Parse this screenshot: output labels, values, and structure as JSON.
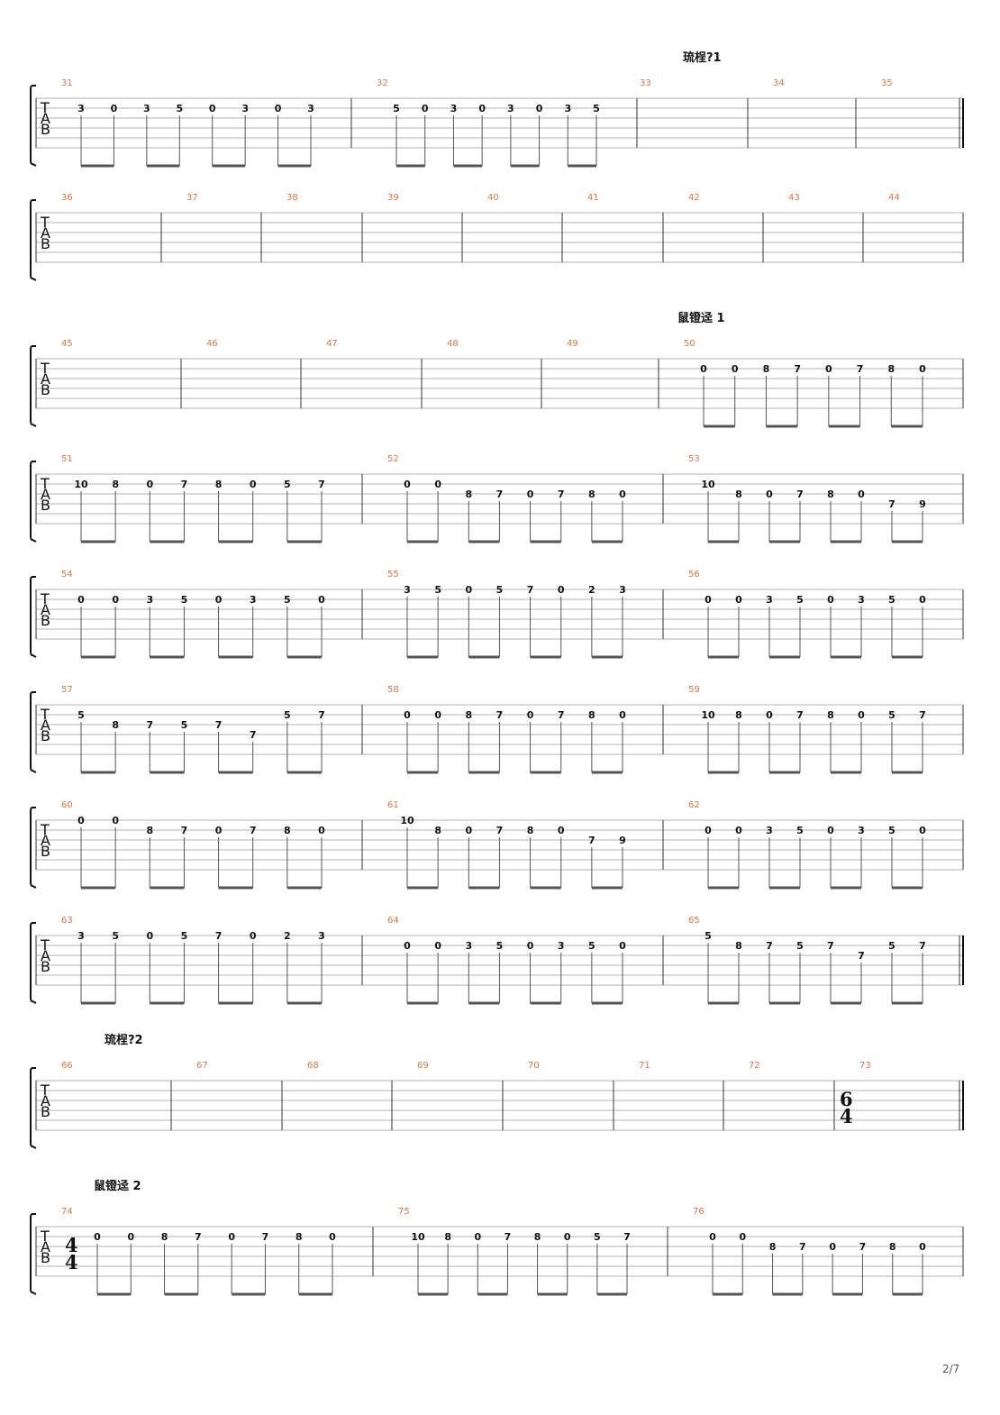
{
  "page_number": "2/7",
  "sections": [
    {
      "label": "琉桯?1"
    },
    {
      "label": "鼠镫迳 1"
    },
    {
      "label": "琉桯?2"
    },
    {
      "label": "鼠镫迳 2"
    }
  ],
  "systems": [
    {
      "section_label": 0,
      "measures": [
        {
          "n": "31",
          "notes": [
            [
              "3",
              1
            ],
            [
              "0",
              1
            ],
            [
              "3",
              1
            ],
            [
              "5",
              1
            ],
            [
              "0",
              1
            ],
            [
              "3",
              1
            ],
            [
              "0",
              1
            ],
            [
              "3",
              1
            ]
          ]
        },
        {
          "n": "32",
          "notes": [
            [
              "5",
              1
            ],
            [
              "0",
              1
            ],
            [
              "3",
              1
            ],
            [
              "0",
              1
            ],
            [
              "3",
              1
            ],
            [
              "0",
              1
            ],
            [
              "3",
              1
            ],
            [
              "5",
              1
            ]
          ]
        },
        {
          "n": "33",
          "notes": []
        },
        {
          "n": "34",
          "notes": []
        },
        {
          "n": "35",
          "notes": []
        }
      ],
      "end": "final"
    },
    {
      "measures": [
        {
          "n": "36",
          "notes": []
        },
        {
          "n": "37",
          "notes": []
        },
        {
          "n": "38",
          "notes": []
        },
        {
          "n": "39",
          "notes": []
        },
        {
          "n": "40",
          "notes": []
        },
        {
          "n": "41",
          "notes": []
        },
        {
          "n": "42",
          "notes": []
        },
        {
          "n": "43",
          "notes": []
        },
        {
          "n": "44",
          "notes": []
        }
      ]
    },
    {
      "section_label": 1,
      "measures": [
        {
          "n": "45",
          "notes": []
        },
        {
          "n": "46",
          "notes": []
        },
        {
          "n": "47",
          "notes": []
        },
        {
          "n": "48",
          "notes": []
        },
        {
          "n": "49",
          "notes": []
        },
        {
          "n": "50",
          "notes": [
            [
              "0",
              1
            ],
            [
              "0",
              1
            ],
            [
              "8",
              1
            ],
            [
              "7",
              1
            ],
            [
              "0",
              1
            ],
            [
              "7",
              1
            ],
            [
              "8",
              1
            ],
            [
              "0",
              1
            ]
          ]
        }
      ]
    },
    {
      "measures": [
        {
          "n": "51",
          "notes": [
            [
              "10",
              1
            ],
            [
              "8",
              1
            ],
            [
              "0",
              1
            ],
            [
              "7",
              1
            ],
            [
              "8",
              1
            ],
            [
              "0",
              1
            ],
            [
              "5",
              1
            ],
            [
              "7",
              1
            ]
          ]
        },
        {
          "n": "52",
          "notes": [
            [
              "0",
              1
            ],
            [
              "0",
              1
            ],
            [
              "8",
              2
            ],
            [
              "7",
              2
            ],
            [
              "0",
              2
            ],
            [
              "7",
              2
            ],
            [
              "8",
              2
            ],
            [
              "0",
              2
            ]
          ]
        },
        {
          "n": "53",
          "notes": [
            [
              "10",
              1
            ],
            [
              "8",
              2
            ],
            [
              "0",
              2
            ],
            [
              "7",
              2
            ],
            [
              "8",
              2
            ],
            [
              "0",
              2
            ],
            [
              "7",
              3
            ],
            [
              "9",
              3
            ]
          ]
        }
      ]
    },
    {
      "measures": [
        {
          "n": "54",
          "notes": [
            [
              "0",
              1
            ],
            [
              "0",
              1
            ],
            [
              "3",
              1
            ],
            [
              "5",
              1
            ],
            [
              "0",
              1
            ],
            [
              "3",
              1
            ],
            [
              "5",
              1
            ],
            [
              "0",
              1
            ]
          ]
        },
        {
          "n": "55",
          "notes": [
            [
              "3",
              0
            ],
            [
              "5",
              0
            ],
            [
              "0",
              0
            ],
            [
              "5",
              0
            ],
            [
              "7",
              0
            ],
            [
              "0",
              0
            ],
            [
              "2",
              0
            ],
            [
              "3",
              0
            ]
          ]
        },
        {
          "n": "56",
          "notes": [
            [
              "0",
              1
            ],
            [
              "0",
              1
            ],
            [
              "3",
              1
            ],
            [
              "5",
              1
            ],
            [
              "0",
              1
            ],
            [
              "3",
              1
            ],
            [
              "5",
              1
            ],
            [
              "0",
              1
            ]
          ]
        }
      ]
    },
    {
      "measures": [
        {
          "n": "57",
          "notes": [
            [
              "5",
              1
            ],
            [
              "8",
              2
            ],
            [
              "7",
              2
            ],
            [
              "5",
              2
            ],
            [
              "7",
              2
            ],
            [
              "7",
              3
            ],
            [
              "5",
              1
            ],
            [
              "7",
              1
            ]
          ]
        },
        {
          "n": "58",
          "notes": [
            [
              "0",
              1
            ],
            [
              "0",
              1
            ],
            [
              "8",
              1
            ],
            [
              "7",
              1
            ],
            [
              "0",
              1
            ],
            [
              "7",
              1
            ],
            [
              "8",
              1
            ],
            [
              "0",
              1
            ]
          ]
        },
        {
          "n": "59",
          "notes": [
            [
              "10",
              1
            ],
            [
              "8",
              1
            ],
            [
              "0",
              1
            ],
            [
              "7",
              1
            ],
            [
              "8",
              1
            ],
            [
              "0",
              1
            ],
            [
              "5",
              1
            ],
            [
              "7",
              1
            ]
          ]
        }
      ]
    },
    {
      "measures": [
        {
          "n": "60",
          "notes": [
            [
              "0",
              0
            ],
            [
              "0",
              0
            ],
            [
              "8",
              1
            ],
            [
              "7",
              1
            ],
            [
              "0",
              1
            ],
            [
              "7",
              1
            ],
            [
              "8",
              1
            ],
            [
              "0",
              1
            ]
          ]
        },
        {
          "n": "61",
          "notes": [
            [
              "10",
              0
            ],
            [
              "8",
              1
            ],
            [
              "0",
              1
            ],
            [
              "7",
              1
            ],
            [
              "8",
              1
            ],
            [
              "0",
              1
            ],
            [
              "7",
              2
            ],
            [
              "9",
              2
            ]
          ]
        },
        {
          "n": "62",
          "notes": [
            [
              "0",
              1
            ],
            [
              "0",
              1
            ],
            [
              "3",
              1
            ],
            [
              "5",
              1
            ],
            [
              "0",
              1
            ],
            [
              "3",
              1
            ],
            [
              "5",
              1
            ],
            [
              "0",
              1
            ]
          ]
        }
      ]
    },
    {
      "measures": [
        {
          "n": "63",
          "notes": [
            [
              "3",
              0
            ],
            [
              "5",
              0
            ],
            [
              "0",
              0
            ],
            [
              "5",
              0
            ],
            [
              "7",
              0
            ],
            [
              "0",
              0
            ],
            [
              "2",
              0
            ],
            [
              "3",
              0
            ]
          ]
        },
        {
          "n": "64",
          "notes": [
            [
              "0",
              1
            ],
            [
              "0",
              1
            ],
            [
              "3",
              1
            ],
            [
              "5",
              1
            ],
            [
              "0",
              1
            ],
            [
              "3",
              1
            ],
            [
              "5",
              1
            ],
            [
              "0",
              1
            ]
          ]
        },
        {
          "n": "65",
          "notes": [
            [
              "5",
              0
            ],
            [
              "8",
              1
            ],
            [
              "7",
              1
            ],
            [
              "5",
              1
            ],
            [
              "7",
              1
            ],
            [
              "7",
              2
            ],
            [
              "5",
              1
            ],
            [
              "7",
              1
            ]
          ]
        }
      ],
      "end": "final"
    },
    {
      "section_label": 2,
      "measures": [
        {
          "n": "66",
          "notes": []
        },
        {
          "n": "67",
          "notes": []
        },
        {
          "n": "68",
          "notes": []
        },
        {
          "n": "69",
          "notes": []
        },
        {
          "n": "70",
          "notes": []
        },
        {
          "n": "71",
          "notes": []
        },
        {
          "n": "72",
          "notes": []
        },
        {
          "n": "73",
          "notes": [],
          "time_sig": [
            "6",
            "4"
          ]
        }
      ],
      "end": "final"
    },
    {
      "section_label": 3,
      "time_sig": [
        "4",
        "4"
      ],
      "measures": [
        {
          "n": "74",
          "notes": [
            [
              "0",
              1
            ],
            [
              "0",
              1
            ],
            [
              "8",
              1
            ],
            [
              "7",
              1
            ],
            [
              "0",
              1
            ],
            [
              "7",
              1
            ],
            [
              "8",
              1
            ],
            [
              "0",
              1
            ]
          ]
        },
        {
          "n": "75",
          "notes": [
            [
              "10",
              1
            ],
            [
              "8",
              1
            ],
            [
              "0",
              1
            ],
            [
              "7",
              1
            ],
            [
              "8",
              1
            ],
            [
              "0",
              1
            ],
            [
              "5",
              1
            ],
            [
              "7",
              1
            ]
          ]
        },
        {
          "n": "76",
          "notes": [
            [
              "0",
              1
            ],
            [
              "0",
              1
            ],
            [
              "8",
              2
            ],
            [
              "7",
              2
            ],
            [
              "0",
              2
            ],
            [
              "7",
              2
            ],
            [
              "8",
              2
            ],
            [
              "0",
              2
            ]
          ]
        }
      ]
    }
  ],
  "tab_letters": [
    "T",
    "A",
    "B"
  ]
}
